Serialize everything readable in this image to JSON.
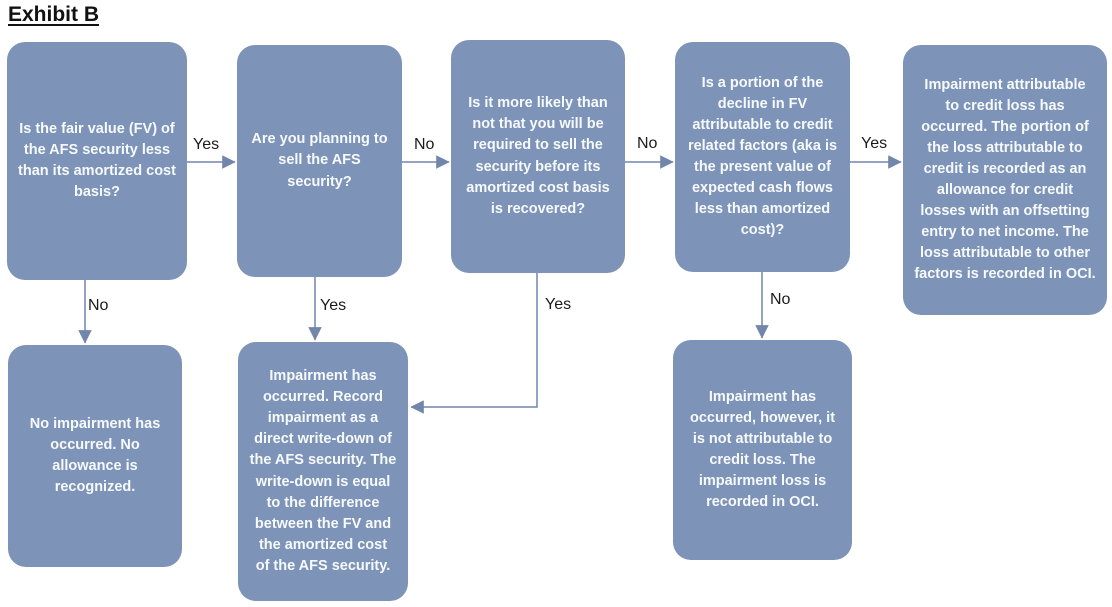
{
  "title": "Exhibit B",
  "colors": {
    "node_fill": "#7D93B8",
    "node_text": "#F7FAFD",
    "connector": "#7285AB",
    "edge_label_text": "#1B1B1B",
    "background": "#FFFFFF"
  },
  "nodes": {
    "fv_less_question": "Is the fair value (FV) of\nthe AFS security less\nthan its amortized cost\nbasis?",
    "planning_sell_question": "Are you planning to\nsell the AFS\nsecurity?",
    "required_sell_question": "Is it more likely than\nnot that you will be\nrequired to sell the\nsecurity before its\namortized cost basis\nis recovered?",
    "credit_factors_question": "Is a portion of the\ndecline in FV\nattributable to credit\nrelated factors (aka is\nthe present value of\nexpected cash flows\nless than amortized\ncost)?",
    "credit_loss_outcome": "Impairment attributable\nto credit loss has\noccurred. The portion of\nthe loss attributable to\ncredit is recorded as an\nallowance for credit\nlosses with an offsetting\nentry to net income. The\nloss attributable to other\nfactors is recorded in OCI.",
    "no_impairment_outcome": "No impairment has\noccurred. No\nallowance is\nrecognized.",
    "write_down_outcome": "Impairment has\noccurred. Record\nimpairment as a\ndirect write-down of\nthe AFS security. The\nwrite-down is equal\nto the difference\nbetween the FV and\nthe amortized cost\nof the AFS security.",
    "oci_outcome": "Impairment has\noccurred, however, it\nis not attributable to\ncredit loss. The\nimpairment loss is\nrecorded in OCI."
  },
  "edge_labels": {
    "fv_yes": "Yes",
    "fv_no": "No",
    "sell_no": "No",
    "sell_yes": "Yes",
    "required_no": "No",
    "required_yes": "Yes",
    "credit_yes": "Yes",
    "credit_no": "No"
  }
}
